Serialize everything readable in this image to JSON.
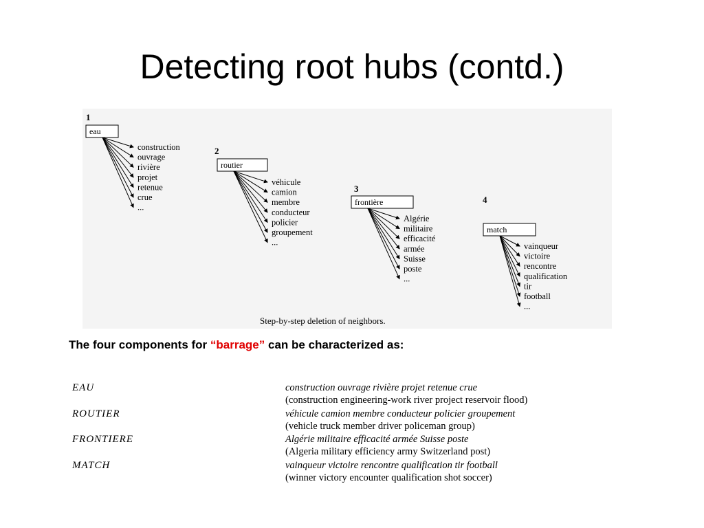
{
  "slide": {
    "title": "Detecting root hubs (contd.)"
  },
  "diagram": {
    "caption": "Step-by-step deletion of neighbors.",
    "steps": [
      {
        "number": "1",
        "hub": "eau",
        "neighbors": [
          "construction",
          "ouvrage",
          "rivière",
          "projet",
          "retenue",
          "crue",
          "..."
        ]
      },
      {
        "number": "2",
        "hub": "routier",
        "neighbors": [
          "véhicule",
          "camion",
          "membre",
          "conducteur",
          "policier",
          "groupement",
          "..."
        ]
      },
      {
        "number": "3",
        "hub": "frontière",
        "neighbors": [
          "Algérie",
          "militaire",
          "efficacité",
          "armée",
          "Suisse",
          "poste",
          "..."
        ]
      },
      {
        "number": "4",
        "hub": "match",
        "neighbors": [
          "vainqueur",
          "victoire",
          "rencontre",
          "qualification",
          "tir",
          "football",
          "..."
        ]
      }
    ]
  },
  "summary": {
    "prefix": "The four components for ",
    "keyword": "“barrage”",
    "suffix": " can be characterized as:",
    "keyword_color": "#e00000"
  },
  "components": [
    {
      "name": "EAU",
      "french": "construction ouvrage rivière projet retenue crue",
      "english": "(construction engineering-work river project reservoir flood)"
    },
    {
      "name": "ROUTIER",
      "french": "véhicule camion membre conducteur policier groupement",
      "english": "(vehicle truck member driver policeman group)"
    },
    {
      "name": "FRONTIERE",
      "french": "Algérie militaire efficacité armée Suisse poste",
      "english": "(Algeria military efficiency army Switzerland post)"
    },
    {
      "name": "MATCH",
      "french": "vainqueur victoire rencontre qualification tir football",
      "english": "(winner victory encounter qualification shot soccer)"
    }
  ]
}
